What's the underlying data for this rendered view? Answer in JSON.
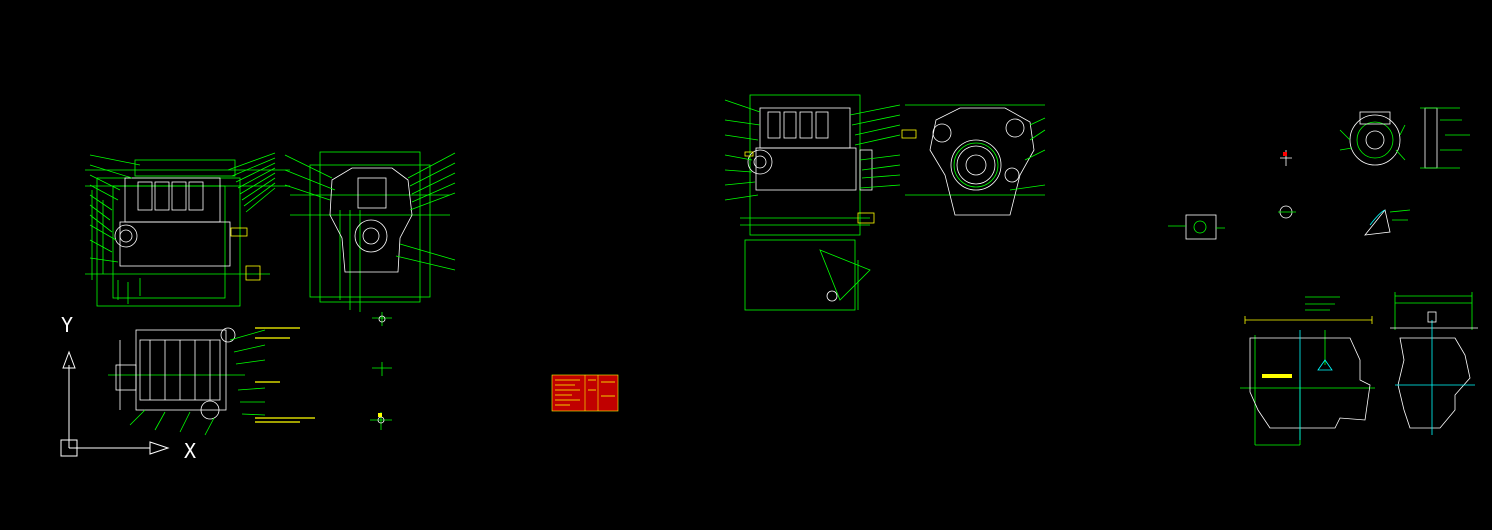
{
  "app": {
    "title": "CAD model space",
    "background_color": "#000000"
  },
  "colors": {
    "geometry": "#00ff00",
    "body": "#ffffff",
    "dimension": "#00ffff",
    "annotation": "#ffff00",
    "hatch": "#ff0000",
    "ucs": "#ffffff"
  },
  "ucs_icon": {
    "y_label": "Y",
    "x_label": "X"
  },
  "drawings": [
    {
      "id": "engine-side-view-1",
      "type": "engine elevation"
    },
    {
      "id": "engine-front-view-1",
      "type": "engine end view"
    },
    {
      "id": "engine-top-view",
      "type": "engine plan"
    },
    {
      "id": "engine-side-view-2",
      "type": "engine elevation"
    },
    {
      "id": "engine-front-view-2",
      "type": "engine end view with flywheel"
    },
    {
      "id": "flywheel-detail",
      "type": "detail"
    },
    {
      "id": "small-details",
      "type": "detail group"
    },
    {
      "id": "lifting-diagram-side",
      "type": "lifting arrangement"
    },
    {
      "id": "lifting-diagram-end",
      "type": "lifting arrangement"
    },
    {
      "id": "title-block",
      "type": "table"
    }
  ]
}
